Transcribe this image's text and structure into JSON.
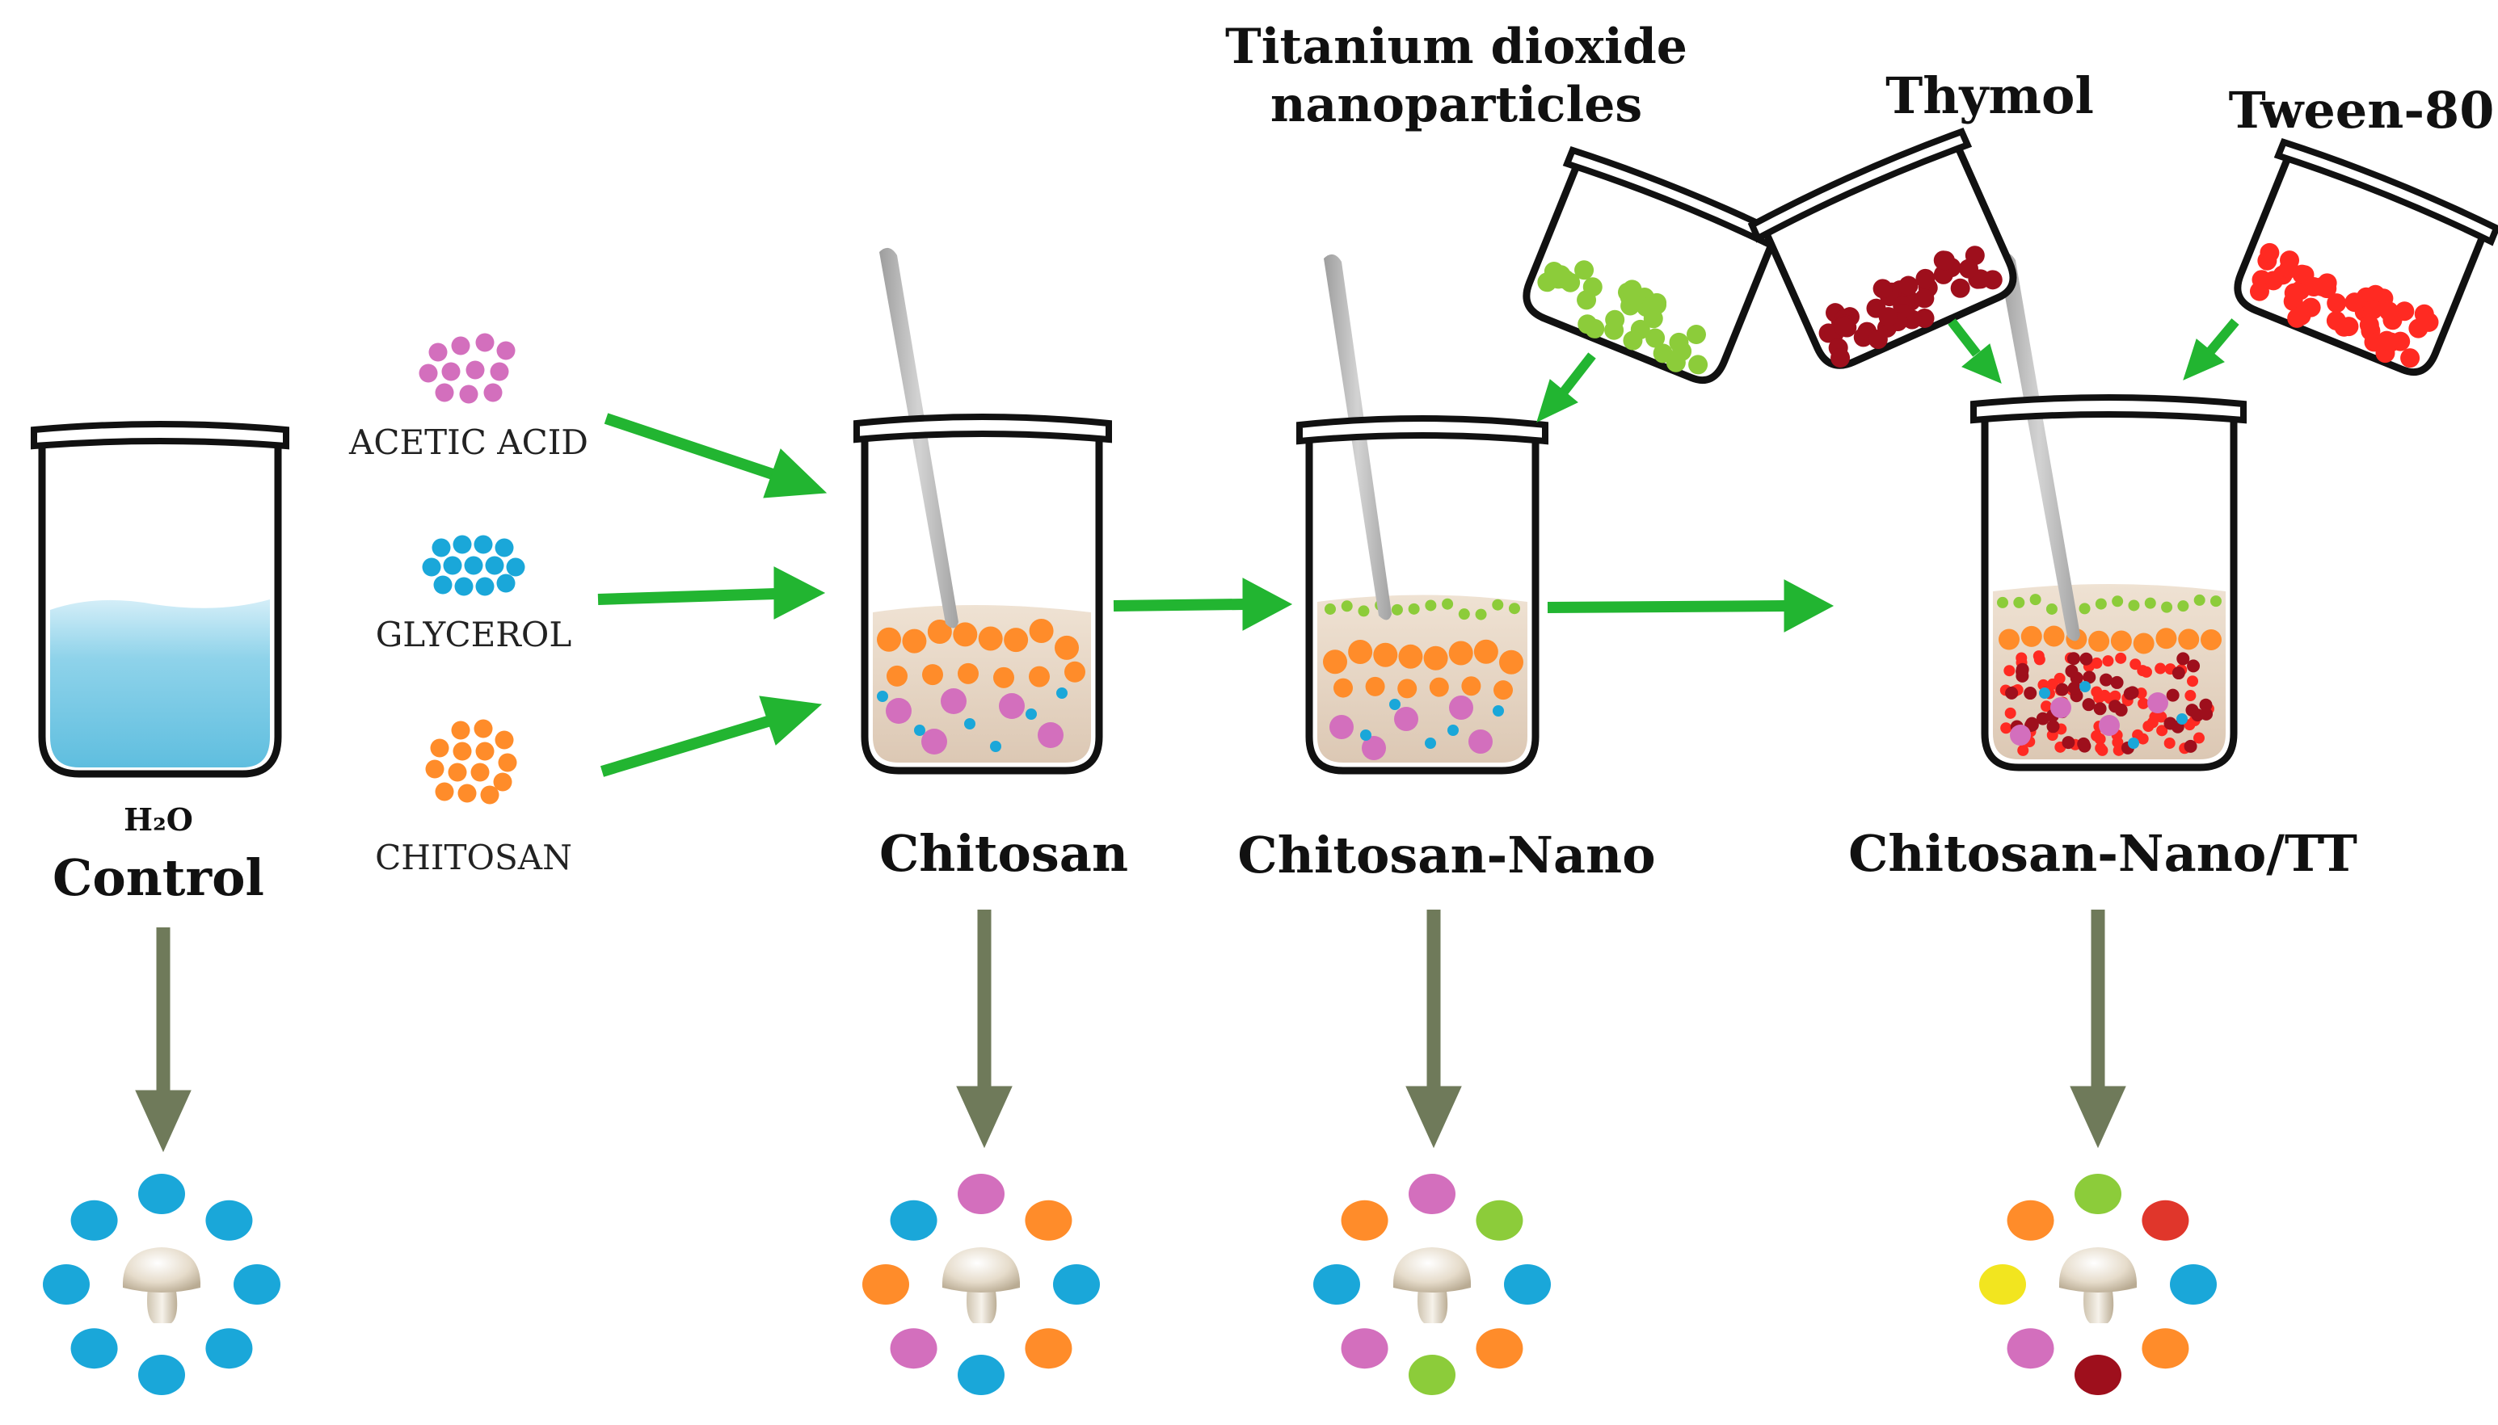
{
  "labels": {
    "h2o": "H₂O",
    "control": "Control",
    "acetic_acid": "ACETIC ACID",
    "glycerol": "GLYCEROL",
    "chitosan_ingredient": "CHITOSAN",
    "chitosan": "Chitosan",
    "chitosan_nano": "Chitosan-Nano",
    "chitosan_nano_tt": "Chitosan-Nano/TT",
    "titanium_line1": "Titanium dioxide",
    "titanium_line2": "nanoparticles",
    "thymol": "Thymol",
    "tween": "Tween-80"
  },
  "colors": {
    "acetic_acid": "#d36fbd",
    "glycerol": "#1aa7d9",
    "chitosan": "#ff8c2a",
    "titanium_dioxide": "#8ccc3a",
    "thymol": "#9e0f1c",
    "tween": "#ff2a22",
    "water": "#8fd3ea",
    "mixture": "#e8d9c8",
    "green_arrow": "#22b531",
    "process_arrow": "#6f7a5a",
    "stirrer": "#b9b9b9",
    "yellow": "#f2e51f",
    "red": "#e0362b"
  },
  "rings": {
    "control": [
      "glycerol",
      "glycerol",
      "glycerol",
      "glycerol",
      "glycerol",
      "glycerol",
      "glycerol",
      "glycerol"
    ],
    "chitosan": [
      "acetic_acid",
      "chitosan",
      "glycerol",
      "chitosan",
      "glycerol",
      "acetic_acid",
      "chitosan",
      "glycerol"
    ],
    "chitosan_nano": [
      "acetic_acid",
      "titanium_dioxide",
      "glycerol",
      "chitosan",
      "titanium_dioxide",
      "acetic_acid",
      "glycerol",
      "chitosan"
    ],
    "chitosan_nano_tt": [
      "titanium_dioxide",
      "red",
      "glycerol",
      "chitosan",
      "thymol",
      "acetic_acid",
      "yellow",
      "chitosan"
    ]
  },
  "icons": {
    "beaker": "beaker-icon",
    "mushroom": "mushroom-icon",
    "stirrer": "stirring-rod-icon"
  }
}
